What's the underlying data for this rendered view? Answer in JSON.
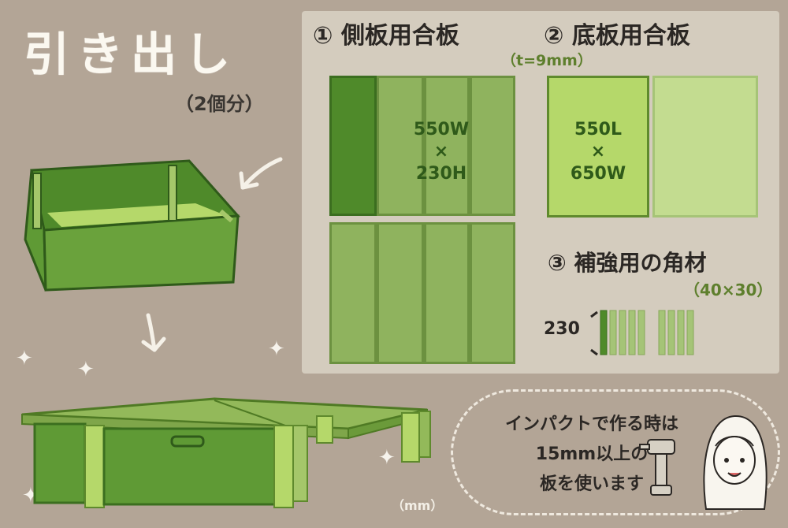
{
  "title": "引き出し",
  "subtitle": "（2個分）",
  "labels": {
    "side_board": "① 側板用合板",
    "bottom_board": "② 底板用合板",
    "thickness": "（t=9mm）",
    "reinforcement": "③ 補強用の角材",
    "section": "（40×30）",
    "length": "230"
  },
  "side_dims": [
    "550W",
    "×",
    "230H"
  ],
  "bottom_dims": [
    "550L",
    "×",
    "650W"
  ],
  "bubble": [
    "インパクトで作る時は",
    "15mm以上の",
    "板を使います"
  ],
  "unit_note": "（mm）",
  "colors": {
    "background": "#b3a596",
    "panel": "#d4ccbe",
    "plank_light": "#8fb35e",
    "plank_dark": "#4f8a2a",
    "plank_bright": "#b5d86a"
  }
}
